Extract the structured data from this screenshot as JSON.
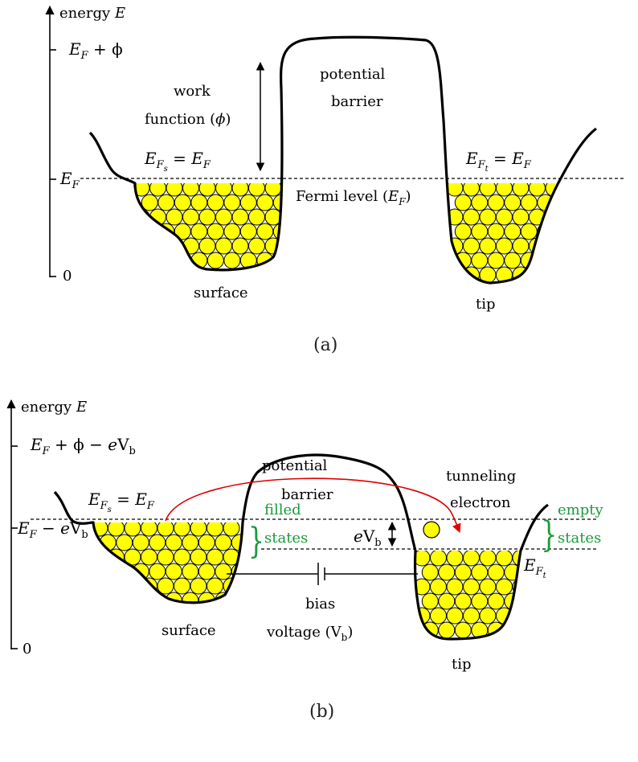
{
  "colors": {
    "line": "#000000",
    "electron_fill": "#ffff00",
    "electron_stroke": "#000000",
    "green_text": "#1a9a3c",
    "red_arrow": "#e00000"
  },
  "panel_a": {
    "caption": "(a)",
    "axis": {
      "title_word": "energy",
      "title_symbol": "E",
      "zero": "0",
      "tick_ef": "E",
      "tick_ef_sub": "F",
      "tick_top": "E",
      "tick_top_sub": "F",
      "tick_top_rest": " + ϕ"
    },
    "work_function": {
      "line1": "work",
      "line2_a": "function (",
      "line2_b": "ϕ",
      "line2_c": ")"
    },
    "potential_barrier": {
      "line1": "potential",
      "line2": "barrier"
    },
    "surface_fermi": {
      "e": "E",
      "sub": "F",
      "subsub": "s",
      "eq": " = ",
      "e2": "E",
      "sub2": "F"
    },
    "tip_fermi": {
      "e": "E",
      "sub": "F",
      "subsub": "t",
      "eq": " = ",
      "e2": "E",
      "sub2": "F"
    },
    "fermi_level": {
      "text_a": "Fermi level (",
      "e": "E",
      "sub": "F",
      "text_b": ")"
    },
    "surface_label": "surface",
    "tip_label": "tip"
  },
  "panel_b": {
    "caption": "(b)",
    "axis": {
      "title_word": "energy",
      "title_symbol": "E",
      "zero": "0",
      "tick_top_e": "E",
      "tick_top_sub": "F",
      "tick_top_rest_a": " + ϕ − ",
      "tick_top_rest_e": "e",
      "tick_top_rest_v": "V",
      "tick_top_rest_b": "b",
      "tick_low_e": "E",
      "tick_low_sub": "F",
      "tick_low_rest": " − ",
      "tick_low_e2": "e",
      "tick_low_v": "V",
      "tick_low_b": "b"
    },
    "potential_barrier": {
      "line1": "potential",
      "line2": "barrier"
    },
    "tunneling_electron": {
      "line1": "tunneling",
      "line2": "electron"
    },
    "surface_fermi": {
      "e": "E",
      "sub": "F",
      "subsub": "s",
      "eq": " = ",
      "e2": "E",
      "sub2": "F"
    },
    "tip_fermi": {
      "e": "E",
      "sub": "F",
      "subsub": "t"
    },
    "filled_states": {
      "brace": "}",
      "line1": "filled",
      "line2": "states"
    },
    "empty_states": {
      "brace": "}",
      "line1": "empty",
      "line2": "states"
    },
    "ev_label": {
      "e": "e",
      "v": "V",
      "b": "b"
    },
    "bias_voltage": {
      "line1": "bias",
      "line2_a": "voltage (V",
      "line2_sub": "b",
      "line2_b": ")"
    },
    "surface_label": "surface",
    "tip_label": "tip"
  }
}
